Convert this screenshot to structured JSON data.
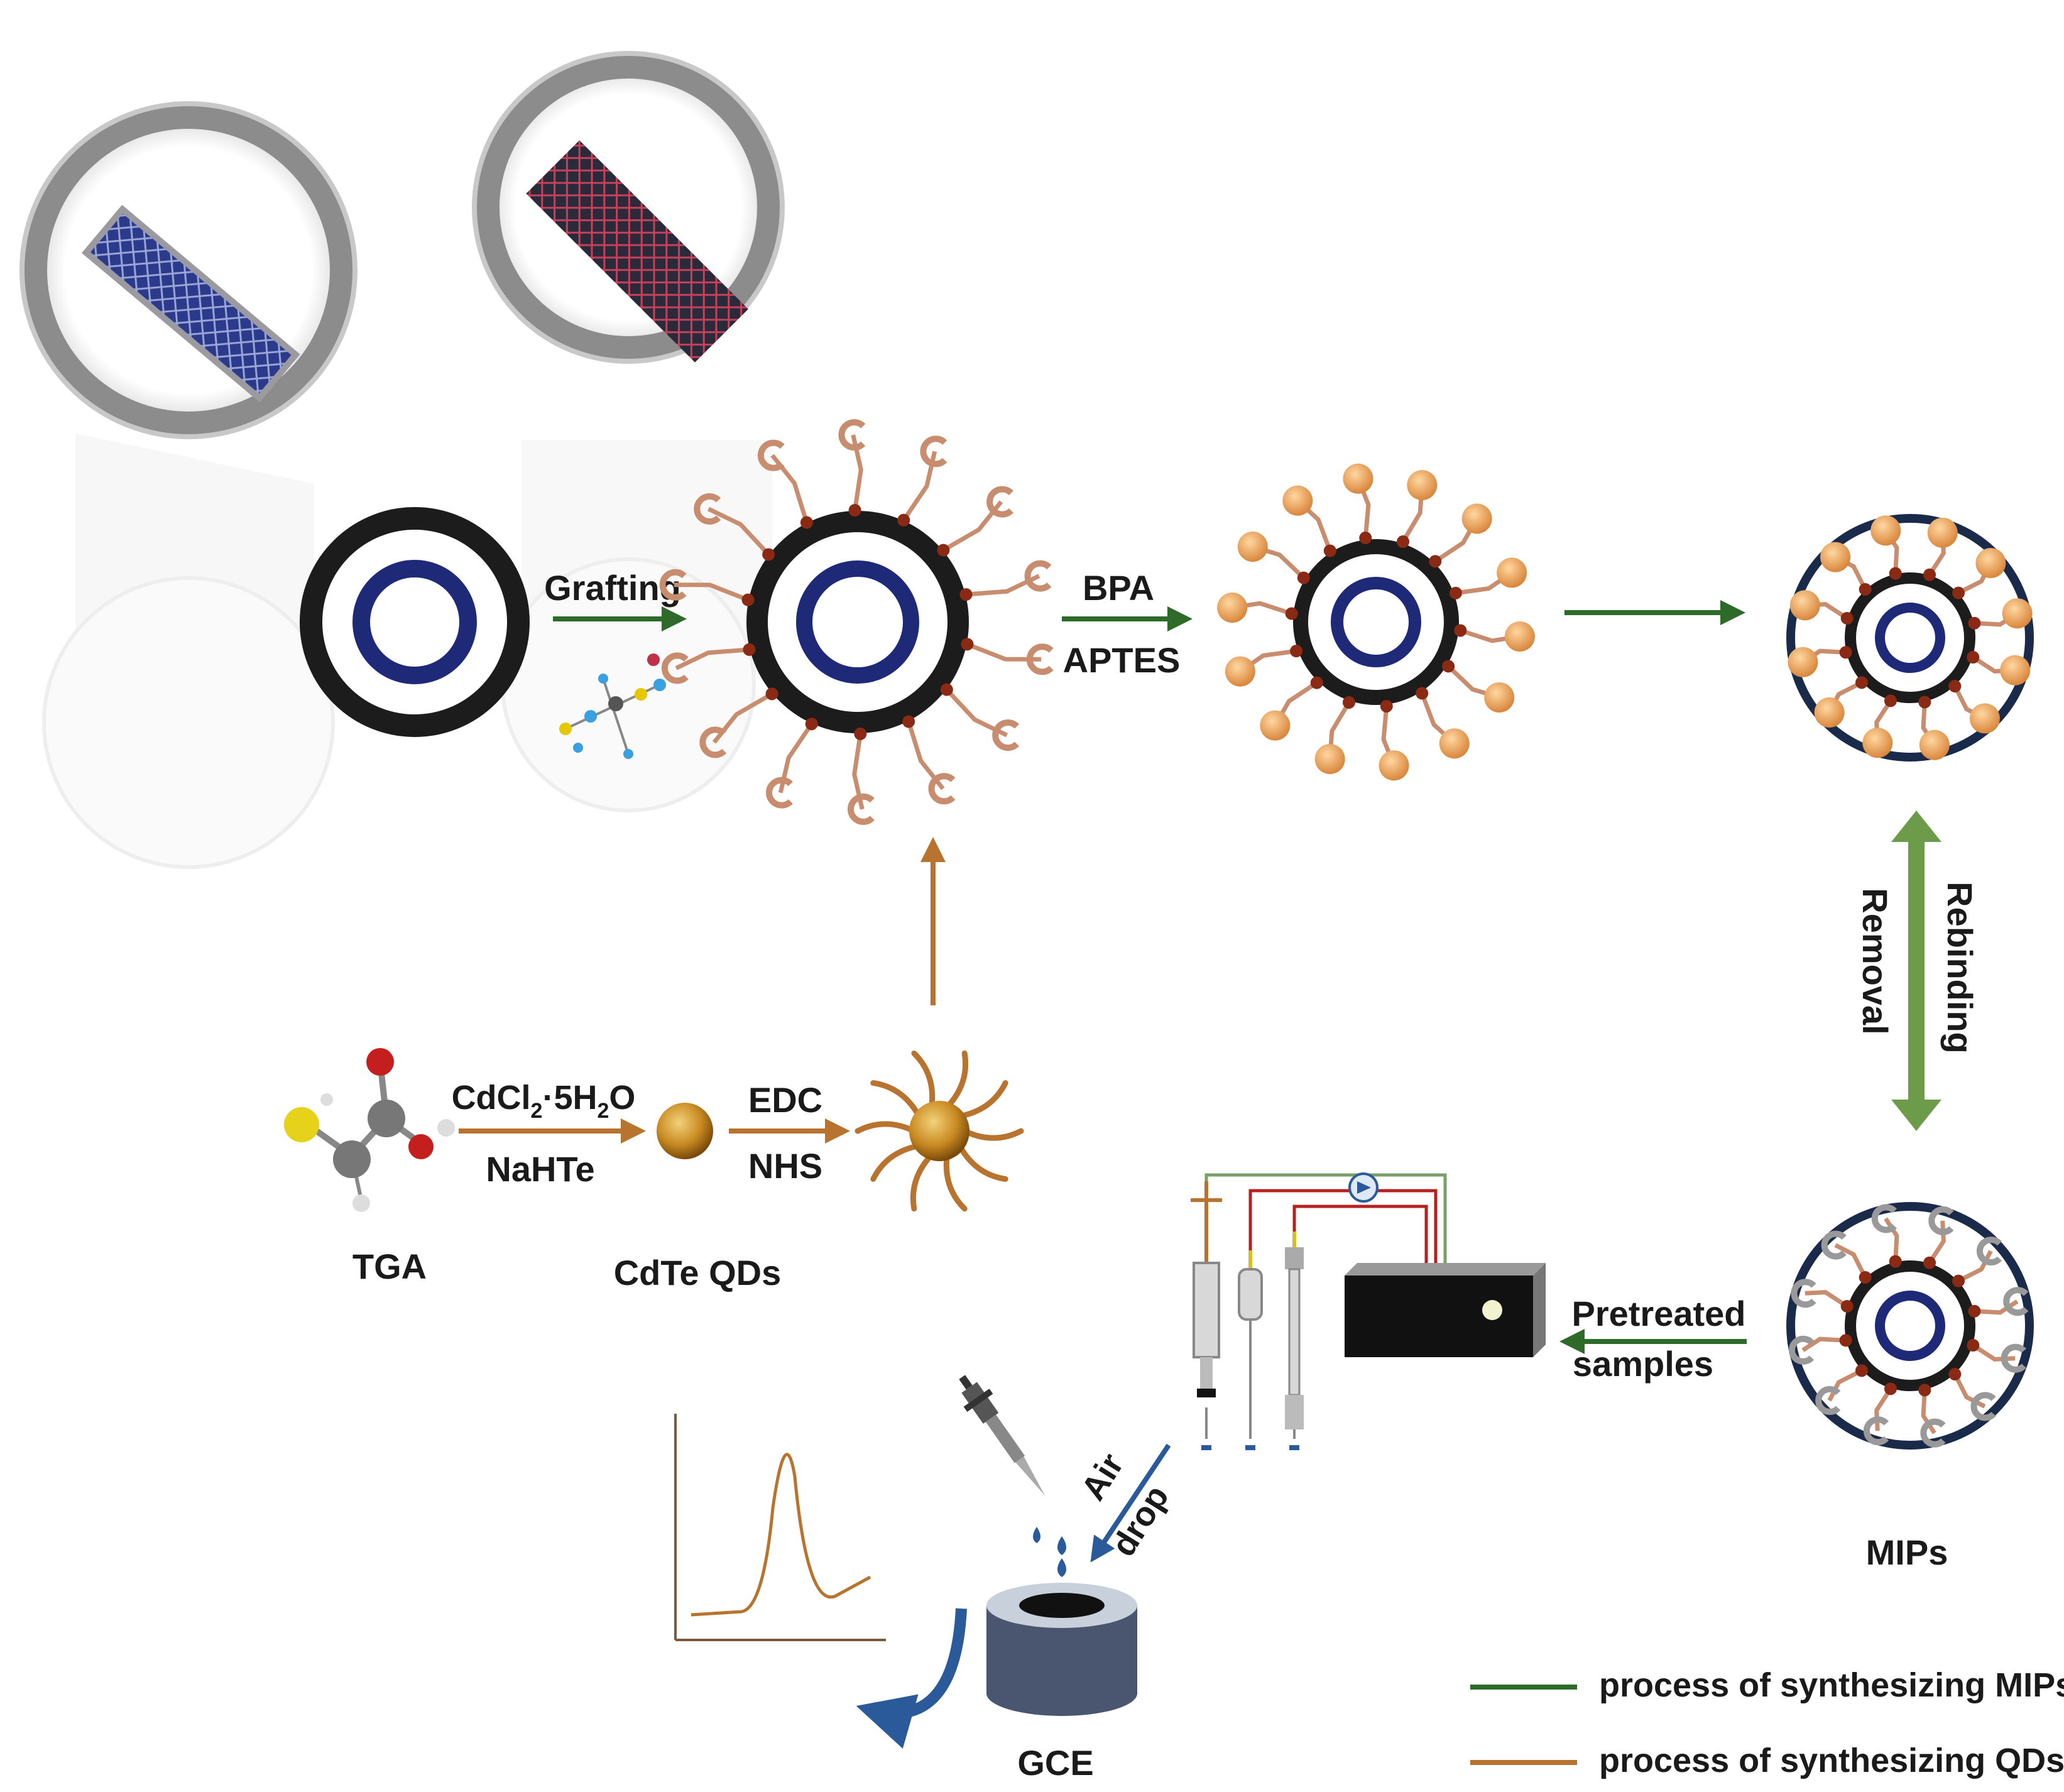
{
  "labels": {
    "grafting": "Grafting",
    "bpa": "BPA",
    "aptes": "APTES",
    "removal": "Removal",
    "rebinding": "Rebinding",
    "tga": "TGA",
    "cdcl2": "CdCl",
    "cdcl2_sub": "2",
    "cdcl2_mid": "·5H",
    "cdcl2_sub2": "2",
    "cdcl2_end": "O",
    "nahte": "NaHTe",
    "cdte": "CdTe QDs",
    "edc": "EDC",
    "nhs": "NHS",
    "pretreated": "Pretreated",
    "samples": "samples",
    "air": "Air",
    "drop": "drop",
    "gce": "GCE",
    "mips": "MIPs"
  },
  "legend": [
    {
      "label": "process of synthesizing MIPs",
      "color": "#2e6b2b"
    },
    {
      "label": "process of synthesizing QDs",
      "color": "#b8742e"
    }
  ],
  "colors": {
    "mips_arrow": "#2e6b2b",
    "qds_arrow": "#b8742e",
    "shell": "#1c1c1c",
    "core": "#1e2a78",
    "ligand": "#c78d6e",
    "node": "#8a2a14",
    "bead": "#e8a85a"
  },
  "icons": [
    "magnifier-carbon-nanotube",
    "magnifier-grafted-nanotube",
    "nanoparticle-core-shell",
    "qd-star",
    "potentiostat",
    "electrode",
    "pipette",
    "gce-electrode",
    "voltammogram"
  ]
}
